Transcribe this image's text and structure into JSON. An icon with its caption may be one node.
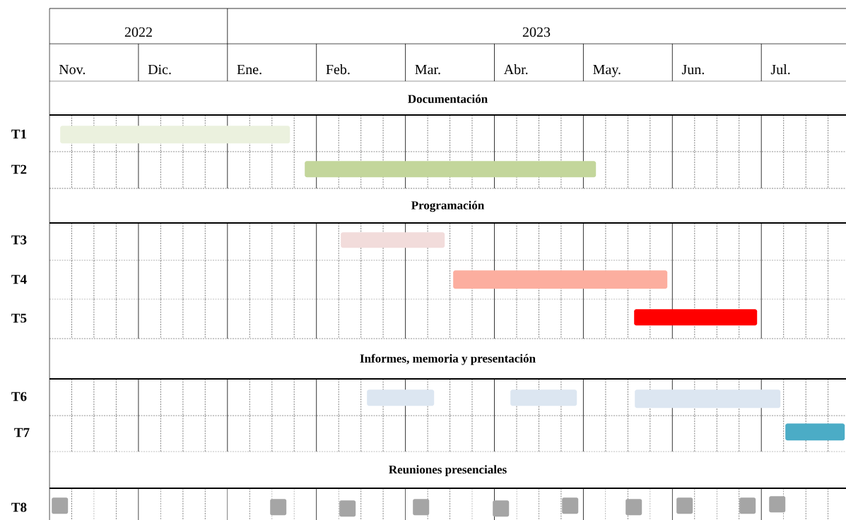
{
  "diagram": {
    "nodes": [
      {
        "text": [
          "Documentación"
        ]
      },
      {
        "text": [],
        "shape": "bar"
      },
      {
        "text": [],
        "shape": "bar"
      },
      {
        "text": [
          "Programación"
        ]
      },
      {
        "text": [],
        "shape": "bar"
      },
      {
        "text": [],
        "shape": "bar"
      },
      {
        "text": [],
        "shape": "bar"
      },
      {
        "text": [
          "Informes, memoria y presentación"
        ]
      },
      {
        "text": [],
        "shape": "bar"
      },
      {
        "text": [],
        "shape": "bar"
      },
      {
        "text": [],
        "shape": "bar"
      },
      {
        "text": [],
        "shape": "bar"
      },
      {
        "text": [
          "Reuniones presenciales"
        ]
      },
      {
        "text": [],
        "shape": "box"
      },
      {
        "text": [],
        "shape": "box"
      },
      {
        "text": [],
        "shape": "box"
      },
      {
        "text": [],
        "shape": "box"
      },
      {
        "text": [],
        "shape": "box"
      },
      {
        "text": [],
        "shape": "box"
      },
      {
        "text": [],
        "shape": "box"
      },
      {
        "text": [],
        "shape": "box"
      },
      {
        "text": [],
        "shape": "box"
      },
      {
        "text": [],
        "shape": "box"
      }
    ],
    "edges": [],
    "labels": [
      "2022",
      "2023",
      "Nov.",
      "Dic.",
      "Ene.",
      "Feb.",
      "Mar.",
      "Abr.",
      "May.",
      "Jun.",
      "Jul.",
      "T1",
      "T2",
      "T3",
      "T4",
      "T5",
      "T6",
      "T7",
      "T8"
    ]
  }
}
